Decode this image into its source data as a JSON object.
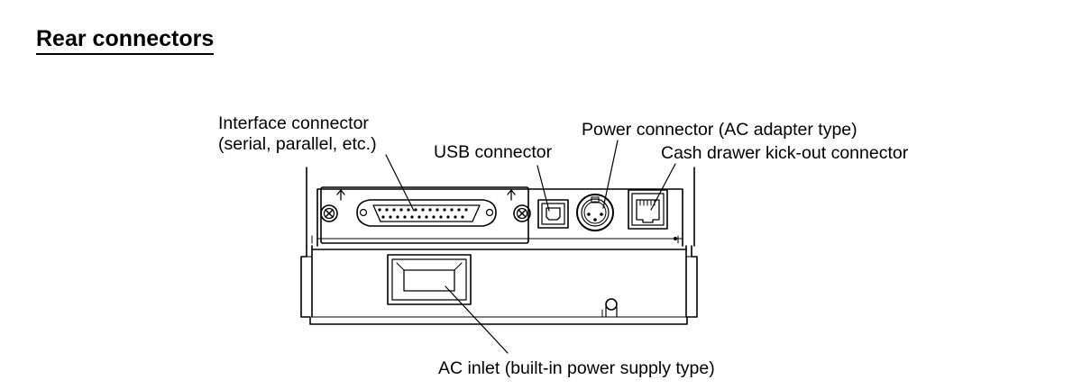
{
  "heading": "Rear connectors",
  "labels": {
    "interface_line1": "Interface connector",
    "interface_line2": "(serial, parallel, etc.)",
    "usb": "USB connector",
    "power": "Power connector (AC adapter type)",
    "cash_drawer": "Cash drawer kick-out connector",
    "ac_inlet": "AC inlet (built-in power supply type)"
  }
}
